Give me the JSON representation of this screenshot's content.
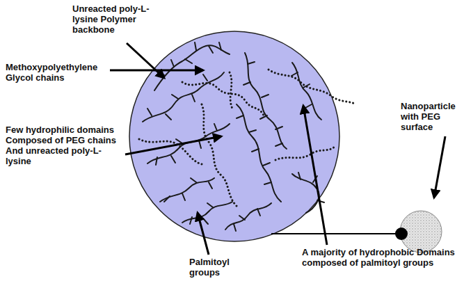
{
  "diagram": {
    "labels": [
      "Unreacted poly-L- lysine Polymer backbone",
      "Methoxypolyethylene Glycol chains",
      "Few hydrophilic domains Composed of PEG chains And unreacted poly-L- lysine",
      "Palmitoyl groups",
      "A majority of hydrophobic Domains composed of palmitoyl groups",
      "Nanoparticle with PEG surface"
    ]
  }
}
